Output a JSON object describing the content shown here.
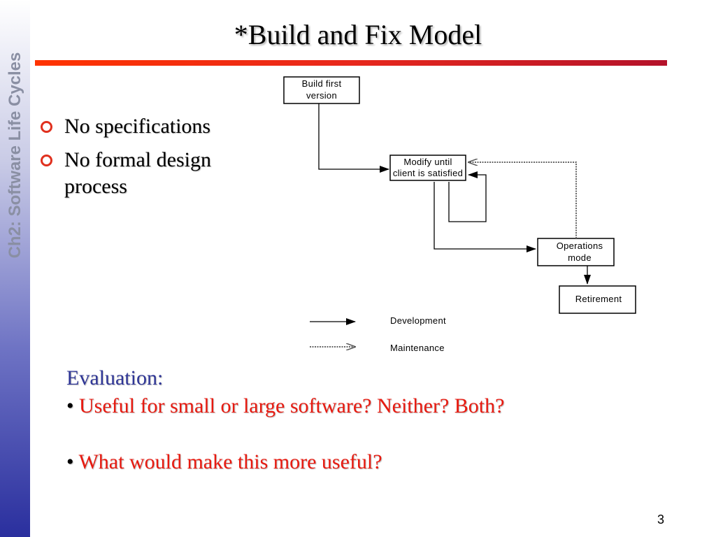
{
  "sidebar": {
    "label": "Ch2: Software Life Cycles"
  },
  "slide": {
    "title": "*Build and Fix Model",
    "page_number": "3"
  },
  "bullets": [
    {
      "text": "No specifications"
    },
    {
      "text": "No formal design process"
    }
  ],
  "diagram": {
    "nodes": [
      {
        "id": "build",
        "lines": [
          "Build first",
          "version"
        ]
      },
      {
        "id": "modify",
        "lines": [
          "Modify until",
          "client is satisfied"
        ]
      },
      {
        "id": "operations",
        "lines": [
          "Operations",
          "mode"
        ]
      },
      {
        "id": "retirement",
        "lines": [
          "Retirement"
        ]
      }
    ],
    "legend": {
      "development": "Development",
      "maintenance": "Maintenance"
    }
  },
  "evaluation": {
    "heading": "Evaluation:",
    "bullet_char": "•",
    "q1": "Useful for small or large software?  Neither?  Both?",
    "q2": "What would make this more useful?"
  }
}
